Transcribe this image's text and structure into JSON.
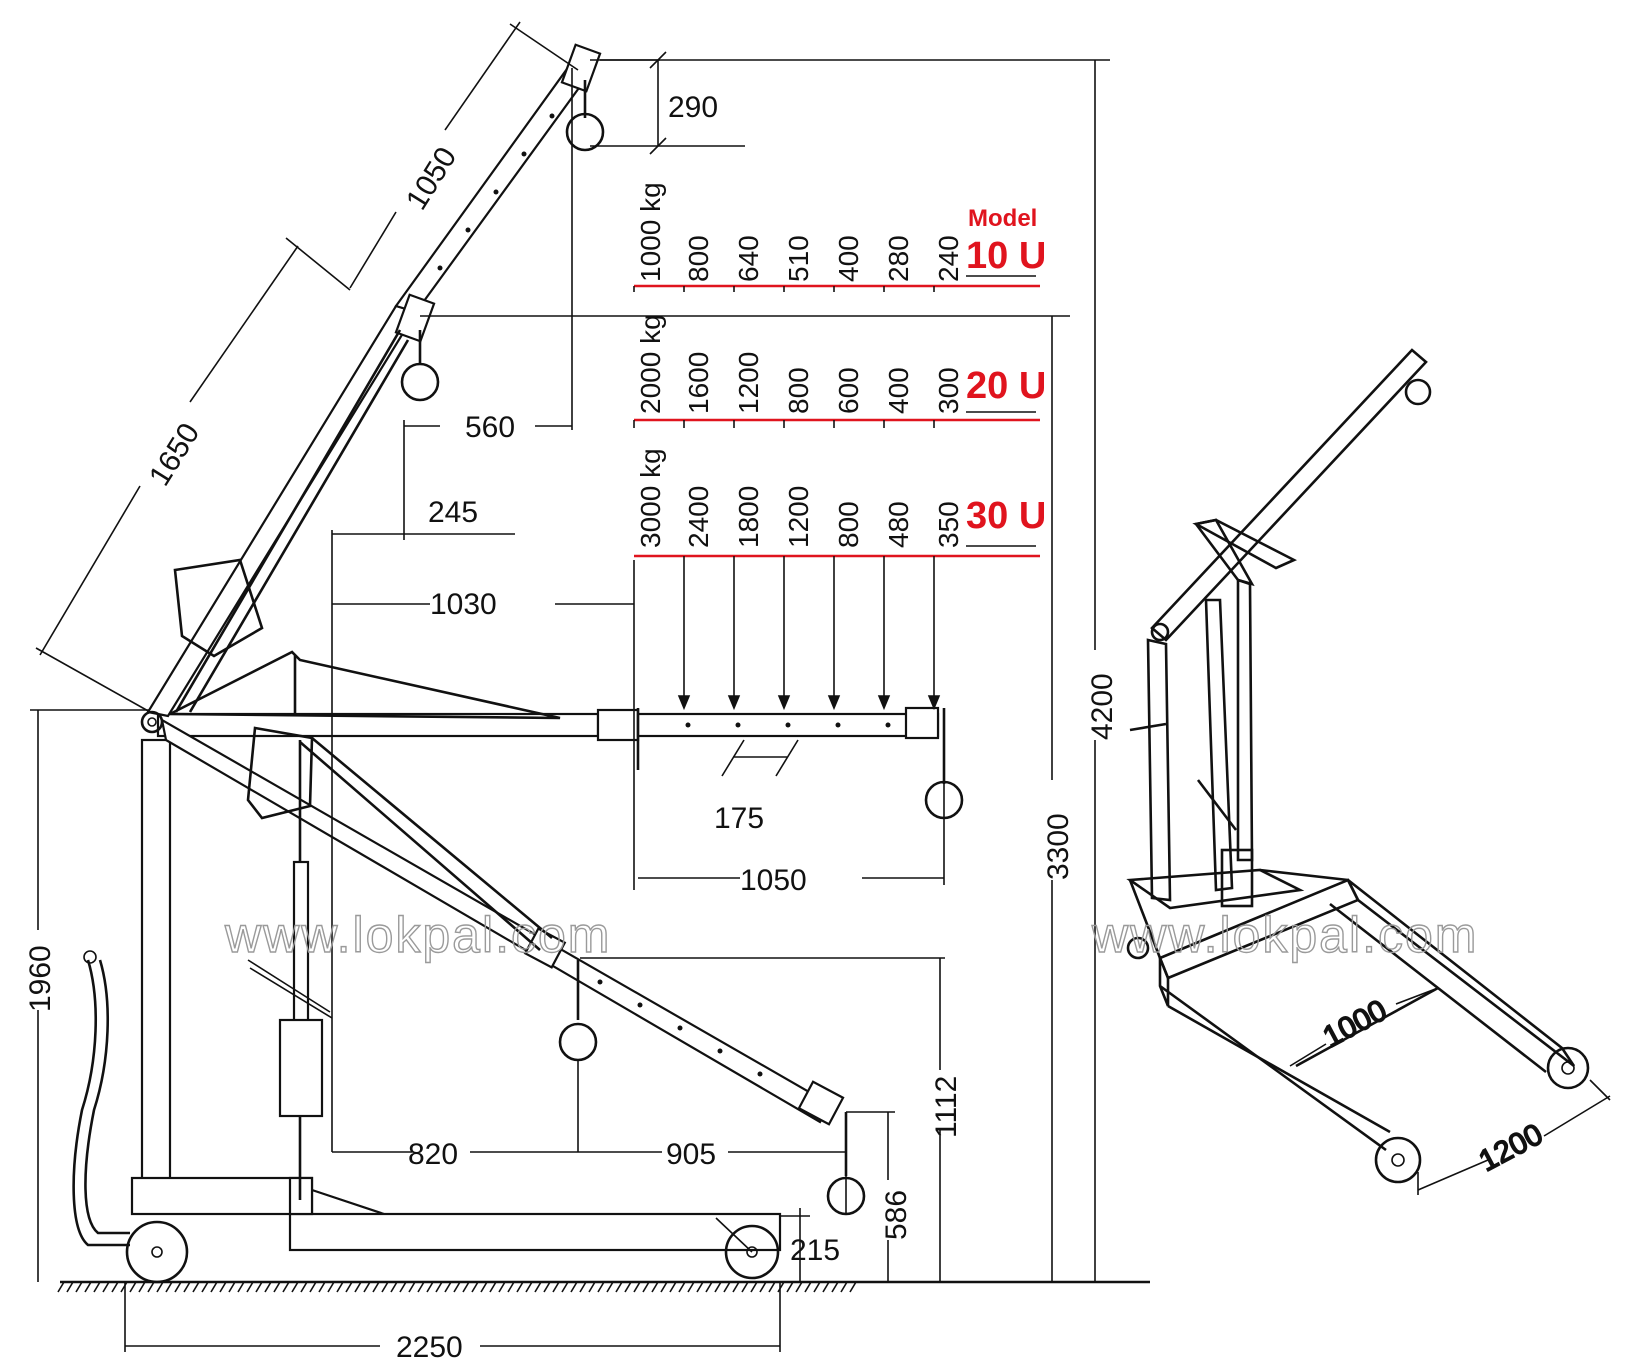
{
  "side_view": {
    "dims": {
      "tip_hook_drop": "290",
      "boom_ext": "1050",
      "boom_main": "1650",
      "hook_offset": "560",
      "pivot_offset": "245",
      "reach_horizontal": "1030",
      "hole_pitch": "175",
      "beam_ext": "1050",
      "leg_height": "1960",
      "low_reach_a": "820",
      "low_reach_b": "905",
      "low_hook_height": "1112",
      "min_hook_height": "586",
      "wheel_clearance": "215",
      "base_length": "2250",
      "height_mid": "3300",
      "height_max": "4200"
    }
  },
  "capacity_table": {
    "model_word": "Model",
    "rows": [
      {
        "model": "10 U",
        "loads": [
          "1000 kg",
          "800",
          "640",
          "510",
          "400",
          "280",
          "240"
        ]
      },
      {
        "model": "20 U",
        "loads": [
          "2000 kg",
          "1600",
          "1200",
          "800",
          "600",
          "400",
          "300"
        ]
      },
      {
        "model": "30 U",
        "loads": [
          "3000 kg",
          "2400",
          "1800",
          "1200",
          "800",
          "480",
          "350"
        ]
      }
    ]
  },
  "iso_view": {
    "dims": {
      "inner_width": "1000",
      "outer_width": "1200"
    }
  },
  "watermarks": [
    "www.lokpal.com",
    "www.lokpal.com"
  ],
  "colors": {
    "accent": "#e0141e",
    "line": "#111111"
  }
}
